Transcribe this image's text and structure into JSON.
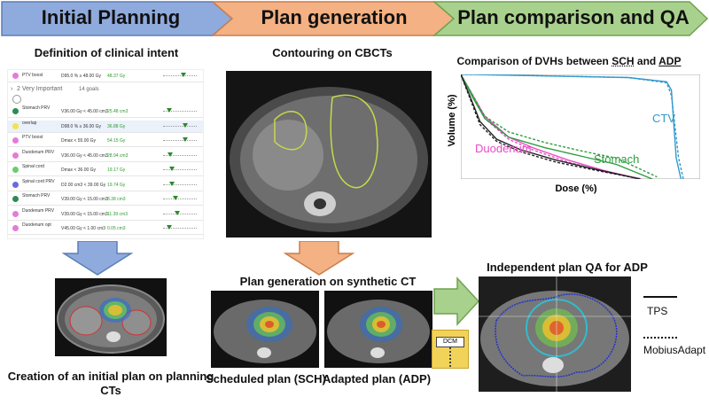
{
  "headers": [
    {
      "label": "Initial Planning",
      "color": "#8ea9db"
    },
    {
      "label": "Plan generation",
      "color": "#f4b183"
    },
    {
      "label": "Plan comparison and QA",
      "color": "#a9d18e"
    }
  ],
  "initial": {
    "subtitle": "Definition of clinical intent",
    "group_label": "2 Very Important",
    "group_count": "14  goals",
    "goals": [
      {
        "name": "PTV boost",
        "criterion": "D95.0 % ≥ 48.00 Gy",
        "value": "48.37 Gy",
        "color": "#e87ad6",
        "mark": 0.5
      },
      {
        "name": "Stomach PRV",
        "criterion": "V36.00 Gy < 45.00 cm3",
        "value": "25.48 cm3",
        "color": "#2e8b57",
        "mark": 0.1
      },
      {
        "name": "overlap",
        "criterion": "D98.0 % ≥ 36.00 Gy",
        "value": "36.88 Gy",
        "color": "#f2e34b",
        "mark": 0.6
      },
      {
        "name": "PTV boost",
        "criterion": "Dmax < 55.00 Gy",
        "value": "54.15 Gy",
        "color": "#e87ad6",
        "mark": 0.6
      },
      {
        "name": "Duodenum PRV",
        "criterion": "V36.00 Gy < 45.00 cm3",
        "value": "28.94 cm3",
        "color": "#e87ad6",
        "mark": 0.15
      },
      {
        "name": "Spinal cord",
        "criterion": "Dmax < 36.00 Gy",
        "value": "19.17 Gy",
        "color": "#6fc96f",
        "mark": 0.2
      },
      {
        "name": "Spinal cord PRV",
        "criterion": "D2.00 cm3 < 39.00 Gy",
        "value": "19.74 Gy",
        "color": "#6a6adf",
        "mark": 0.2
      },
      {
        "name": "Stomach PRV",
        "criterion": "V39.00 Gy < 15.00 cm3",
        "value": "8.38 cm3",
        "color": "#2e8b57",
        "mark": 0.3
      },
      {
        "name": "Duodenum PRV",
        "criterion": "V39.00 Gy < 15.00 cm3",
        "value": "11.39 cm3",
        "color": "#e87ad6",
        "mark": 0.35
      },
      {
        "name": "Duodenum opt",
        "criterion": "V45.00 Gy < 1.00 cm3",
        "value": "0.05 cm3",
        "color": "#e87ad6",
        "mark": 0.1
      }
    ],
    "caption": "Creation of an initial plan on planning CTs"
  },
  "generation": {
    "subtitle": "Contouring on CBCTs",
    "synthetic_title": "Plan generation on synthetic CT",
    "sch_caption": "Scheduled plan (SCH)",
    "adp_caption": "Adapted plan (ADP)"
  },
  "comparison": {
    "title_prefix": "Comparison of DVHs between ",
    "sch": "SCH",
    "and": " and ",
    "adp": "ADP",
    "qa_title": "Independent plan QA for ADP",
    "dcm_label": "DCM",
    "legend_tps": "TPS",
    "legend_mobius": "MobiusAdapt"
  },
  "chart_data": {
    "type": "line",
    "title": "Comparison of DVHs between SCH and ADP",
    "xlabel": "Dose (%)",
    "ylabel": "Volume (%)",
    "xlim": [
      0,
      100
    ],
    "ylim": [
      0,
      100
    ],
    "grid": false,
    "series": [
      {
        "name": "CTV",
        "color": "#3399cc",
        "plan": "ADP",
        "x": [
          0,
          5,
          70,
          86,
          88,
          90,
          92
        ],
        "y": [
          100,
          100,
          97,
          93,
          85,
          20,
          0
        ]
      },
      {
        "name": "CTV",
        "color": "#3399cc",
        "plan": "SCH",
        "x": [
          0,
          5,
          70,
          86,
          88,
          91,
          93
        ],
        "y": [
          100,
          100,
          97,
          92,
          80,
          20,
          0
        ]
      },
      {
        "name": "Duodenum",
        "color": "#e84cc8",
        "plan": "ADP",
        "x": [
          0,
          5,
          10,
          20,
          30,
          45,
          60,
          75
        ],
        "y": [
          100,
          80,
          60,
          40,
          30,
          18,
          8,
          0
        ]
      },
      {
        "name": "Duodenum",
        "color": "#e84cc8",
        "plan": "SCH",
        "x": [
          0,
          5,
          10,
          20,
          30,
          45,
          60,
          76
        ],
        "y": [
          100,
          78,
          58,
          38,
          28,
          16,
          7,
          0
        ]
      },
      {
        "name": "Stomach",
        "color": "#2e9e3e",
        "plan": "ADP",
        "x": [
          0,
          5,
          10,
          20,
          35,
          50,
          65,
          80
        ],
        "y": [
          100,
          78,
          58,
          40,
          30,
          22,
          14,
          0
        ]
      },
      {
        "name": "Stomach",
        "color": "#2e9e3e",
        "plan": "SCH",
        "x": [
          0,
          5,
          10,
          20,
          35,
          50,
          65,
          82
        ],
        "y": [
          100,
          80,
          60,
          45,
          35,
          27,
          20,
          2
        ]
      },
      {
        "name": "",
        "color": "#222222",
        "plan": "ADP",
        "x": [
          0,
          4,
          8,
          15,
          25,
          40,
          55,
          75
        ],
        "y": [
          100,
          78,
          55,
          38,
          28,
          18,
          10,
          0
        ]
      },
      {
        "name": "",
        "color": "#222222",
        "plan": "SCH",
        "x": [
          0,
          4,
          8,
          15,
          25,
          40,
          55,
          75
        ],
        "y": [
          100,
          76,
          52,
          36,
          26,
          16,
          9,
          0
        ]
      }
    ],
    "labels": [
      {
        "text": "CTV",
        "color": "#3399cc"
      },
      {
        "text": "Duodenum",
        "color": "#e84cc8"
      },
      {
        "text": "Stomach",
        "color": "#2e9e3e"
      }
    ]
  }
}
